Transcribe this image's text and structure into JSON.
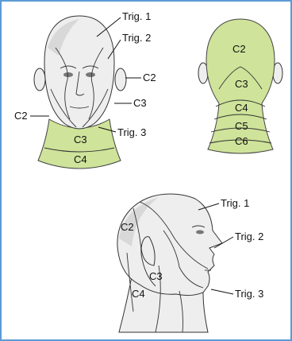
{
  "front": {
    "trig1": "Trig. 1",
    "trig2": "Trig. 2",
    "c2_right": "C2",
    "c3_right": "C3",
    "c2_left": "C2",
    "trig3": "Trig. 3",
    "c3_neck": "C3",
    "c4_neck": "C4"
  },
  "back": {
    "c2": "C2",
    "c3": "C3",
    "c4": "C4",
    "c5": "C5",
    "c6": "C6"
  },
  "side": {
    "trig1": "Trig. 1",
    "c2": "C2",
    "trig2": "Trig. 2",
    "c3": "C3",
    "c4": "C4",
    "trig3": "Trig. 3"
  },
  "colors": {
    "frame": "#5b9bd5",
    "zone": "#cfe39a",
    "skin": "#eeeeee"
  }
}
